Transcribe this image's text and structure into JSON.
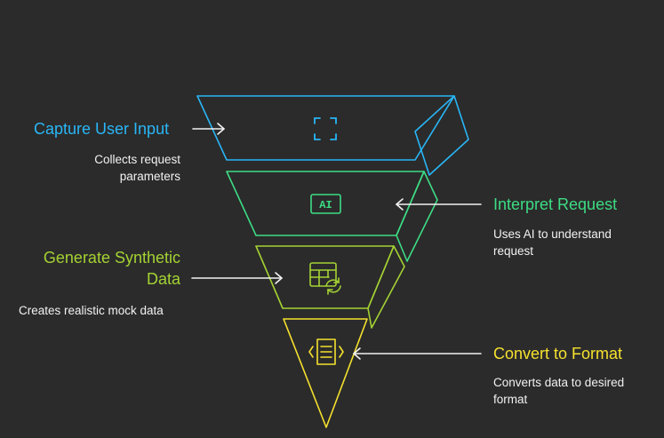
{
  "colors": {
    "background": "#2b2b2b",
    "stage1": "#29b6f6",
    "stage2": "#3ddc84",
    "stage3": "#a4d233",
    "stage4": "#f5e12e",
    "arrow": "#f2f2f2",
    "text": "#f2f2f2"
  },
  "stages": [
    {
      "title": "Capture User Input",
      "description_lines": [
        "Collects request",
        "parameters"
      ],
      "icon": "scan-frame-icon"
    },
    {
      "title": "Interpret Request",
      "description_lines": [
        "Uses AI to understand",
        "request"
      ],
      "icon": "ai-chip-icon",
      "icon_text": "AI"
    },
    {
      "title_lines": [
        "Generate Synthetic",
        "Data"
      ],
      "description_lines": [
        "Creates realistic mock data"
      ],
      "icon": "table-refresh-icon"
    },
    {
      "title": "Convert to Format",
      "description_lines": [
        "Converts data to desired",
        "format"
      ],
      "icon": "code-document-icon"
    }
  ]
}
